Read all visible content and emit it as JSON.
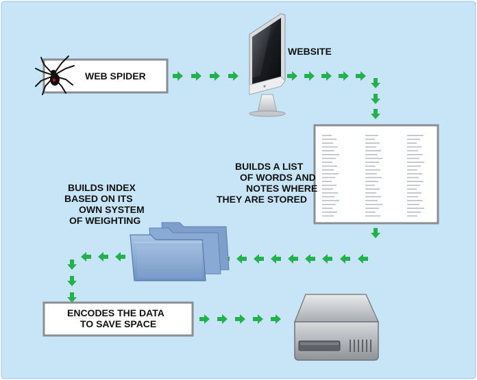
{
  "labels": {
    "web_spider": "WEB SPIDER",
    "website": "WEBSITE",
    "builds_list": [
      "BUILDS A LIST",
      "OF WORDS AND",
      "NOTES WHERE",
      "THEY ARE STORED"
    ],
    "builds_index": [
      "BUILDS INDEX",
      "BASED ON ITS",
      "OWN SYSTEM",
      "OF WEIGHTING"
    ],
    "encodes": [
      "ENCODES THE DATA",
      "TO SAVE SPACE"
    ]
  },
  "colors": {
    "background": "#c8e5f7",
    "arrow": "#22b14c",
    "box_border": "#8a8d91",
    "box_fill": "#ffffff",
    "folder": "#8fb1d9"
  },
  "icons": {
    "spider": "spider-icon",
    "monitor": "imac-monitor-icon",
    "document": "word-list-document-icon",
    "folders": "folder-stack-icon",
    "drive": "hard-drive-icon"
  }
}
